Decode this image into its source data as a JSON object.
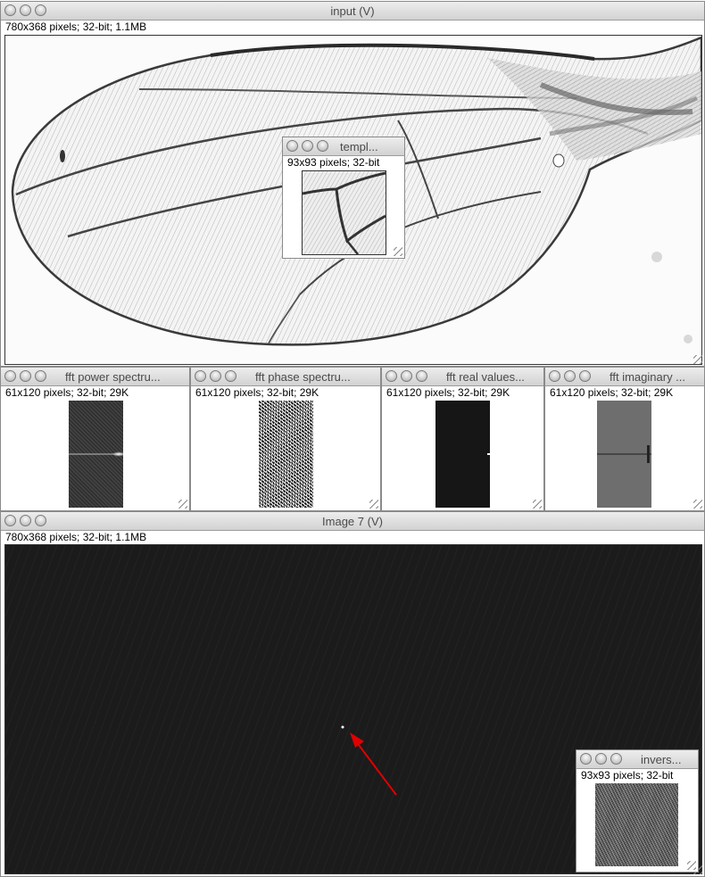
{
  "windows": {
    "input": {
      "title": "input (V)",
      "info": "780x368 pixels; 32-bit; 1.1MB"
    },
    "template": {
      "title": "templ...",
      "info": "93x93 pixels; 32-bit"
    },
    "fft_power": {
      "title": "fft power spectru...",
      "info": "61x120 pixels; 32-bit; 29K"
    },
    "fft_phase": {
      "title": "fft phase spectru...",
      "info": "61x120 pixels; 32-bit; 29K"
    },
    "fft_real": {
      "title": "fft real values...",
      "info": "61x120 pixels; 32-bit; 29K"
    },
    "fft_imag": {
      "title": "fft imaginary ...",
      "info": "61x120 pixels; 32-bit; 29K"
    },
    "image7": {
      "title": "Image 7 (V)",
      "info": "780x368 pixels; 32-bit; 1.1MB"
    },
    "inverse": {
      "title": "invers...",
      "info": "93x93 pixels; 32-bit"
    }
  },
  "colors": {
    "titlebar": "#dcdcdc",
    "dark_image": "#1b1b1b",
    "arrow": "#e00000",
    "fft_real_bg": "#161616",
    "fft_imag_bg": "#6e6e6e"
  }
}
